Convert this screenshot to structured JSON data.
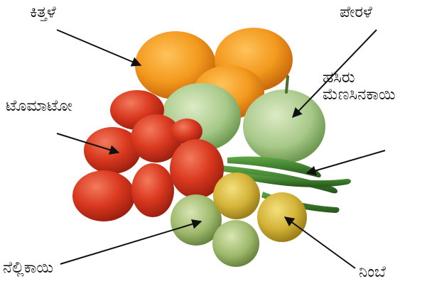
{
  "labels": {
    "citrus": "ಕಿತ್ತಳೆ",
    "guava": "ಪೇರಳೆ",
    "tomato": "ಟೊಮಾಟೋ",
    "chilli_line1": "ಹಸಿರು",
    "chilli_line2": "ಮೆಣಸಿನಕಾಯಿ",
    "amla": "ನೆಲ್ಲಿಕಾಯಿ",
    "lemon": "ನಿಂಬೆ"
  },
  "colors": {
    "orange": "#f39a1e",
    "guava": "#b8d39a",
    "tomato": "#d9381e",
    "chilli": "#3c7a2a",
    "amla": "#a9c27a",
    "lemon": "#d8b93a",
    "arrow": "#111111"
  }
}
